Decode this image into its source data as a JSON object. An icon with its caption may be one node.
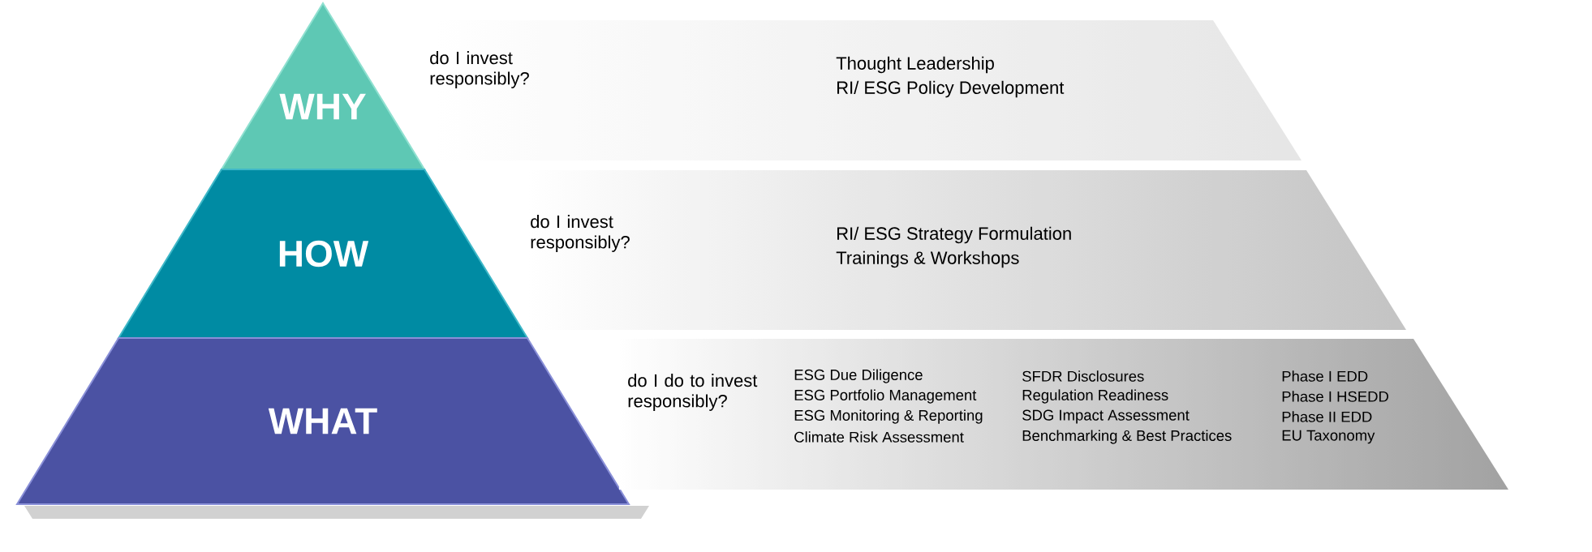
{
  "diagram": {
    "nodes": [
      {
        "text": [
          "WHY"
        ]
      },
      {
        "text": [
          "HOW"
        ]
      },
      {
        "text": [
          "WHAT"
        ]
      },
      {
        "text": [
          "do I invest responsibly?",
          "Thought Leadership",
          "RI/ ESG Policy Development"
        ]
      },
      {
        "text": [
          "do I invest responsibly?",
          "RI/ ESG Strategy Formulation",
          "Trainings & Workshops"
        ]
      },
      {
        "text": [
          "do I do to invest responsibly?",
          "ESG Due Diligence",
          "ESG Portfolio Management",
          "ESG Monitoring & Reporting",
          "Climate Risk Assessment",
          "SFDR Disclosures",
          "Regulation Readiness",
          "SDG Impact Assessment",
          "Benchmarking & Best Practices",
          "Phase I EDD",
          "Phase I HSEDD",
          "Phase II EDD",
          "EU Taxonomy"
        ]
      }
    ]
  }
}
